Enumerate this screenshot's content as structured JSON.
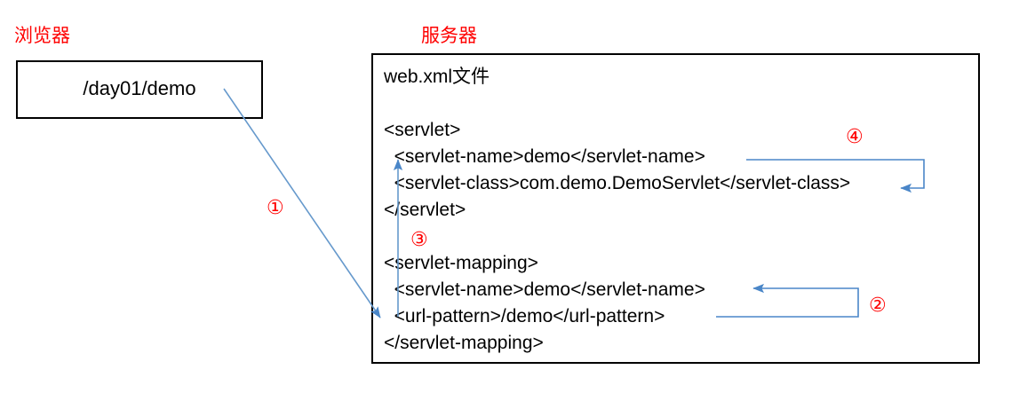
{
  "browser": {
    "title": "浏览器",
    "url": "/day01/demo"
  },
  "server": {
    "title": "服务器",
    "file_label": "web.xml文件",
    "code_lines": [
      "web.xml文件",
      "",
      "<servlet>",
      "  <servlet-name>demo</servlet-name>",
      "  <servlet-class>com.demo.DemoServlet</servlet-class>",
      "</servlet>",
      "",
      "<servlet-mapping>",
      "  <servlet-name>demo</servlet-name>",
      "  <url-pattern>/demo</url-pattern>",
      "</servlet-mapping>"
    ]
  },
  "markers": {
    "one": "①",
    "two": "②",
    "three": "③",
    "four": "④"
  },
  "colors": {
    "title_red": "#FF0000",
    "marker_red": "#FF0000",
    "arrow_blue": "#4A86C8",
    "box_border": "#000000",
    "text_black": "#000000",
    "background": "#FFFFFF"
  }
}
